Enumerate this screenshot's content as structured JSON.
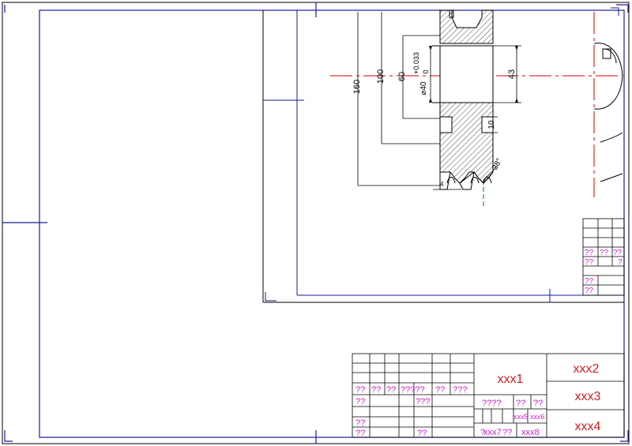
{
  "colors": {
    "frame": "#1a1a9a",
    "line": "#000000",
    "centerline": "#d40000",
    "axis": "#008000",
    "title_text_red": "#cc2222",
    "title_text_magenta": "#cc22cc"
  },
  "dimensions": {
    "d160": "160",
    "d100": "100",
    "d60": "60",
    "bore": "⌀40",
    "tol_upper": "+0.033",
    "tol_lower": "0",
    "d43": "43",
    "d10": "10",
    "d4": "4",
    "angle": "38°"
  },
  "title_block": {
    "xxx1": "xxx1",
    "xxx2": "xxx2",
    "xxx3": "xxx3",
    "xxx4": "xxx4",
    "xxx5": "xxx5",
    "xxx6": "xxx6",
    "xxx7": "xxx7",
    "xxx8": "xxx8",
    "q2": "??",
    "q4": "????",
    "q3": "???",
    "q5": "?????",
    "q1": "?"
  },
  "detail_table": {
    "q2": "??",
    "q1": "?"
  }
}
